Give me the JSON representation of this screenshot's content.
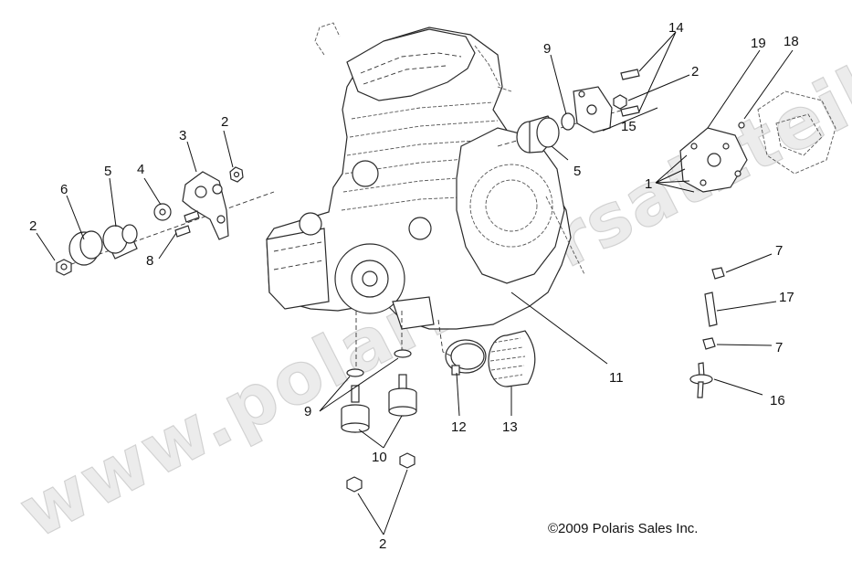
{
  "watermark": "www.polaris-ersatzteile.de",
  "copyright": "©2009  Polaris Sales Inc.",
  "callouts": {
    "c1": "1",
    "c2_nut_left": "2",
    "c2_bracket_left": "2",
    "c2_bracket_right": "2",
    "c2_bottom": "2",
    "c3": "3",
    "c4": "4",
    "c5_left": "5",
    "c5_right": "5",
    "c6": "6",
    "c7_top": "7",
    "c7_bottom": "7",
    "c8": "8",
    "c9_top": "9",
    "c9_bottom": "9",
    "c10": "10",
    "c11": "11",
    "c12": "12",
    "c13": "13",
    "c14": "14",
    "c15": "15",
    "c16": "16",
    "c17": "17",
    "c18": "18",
    "c19": "19"
  }
}
